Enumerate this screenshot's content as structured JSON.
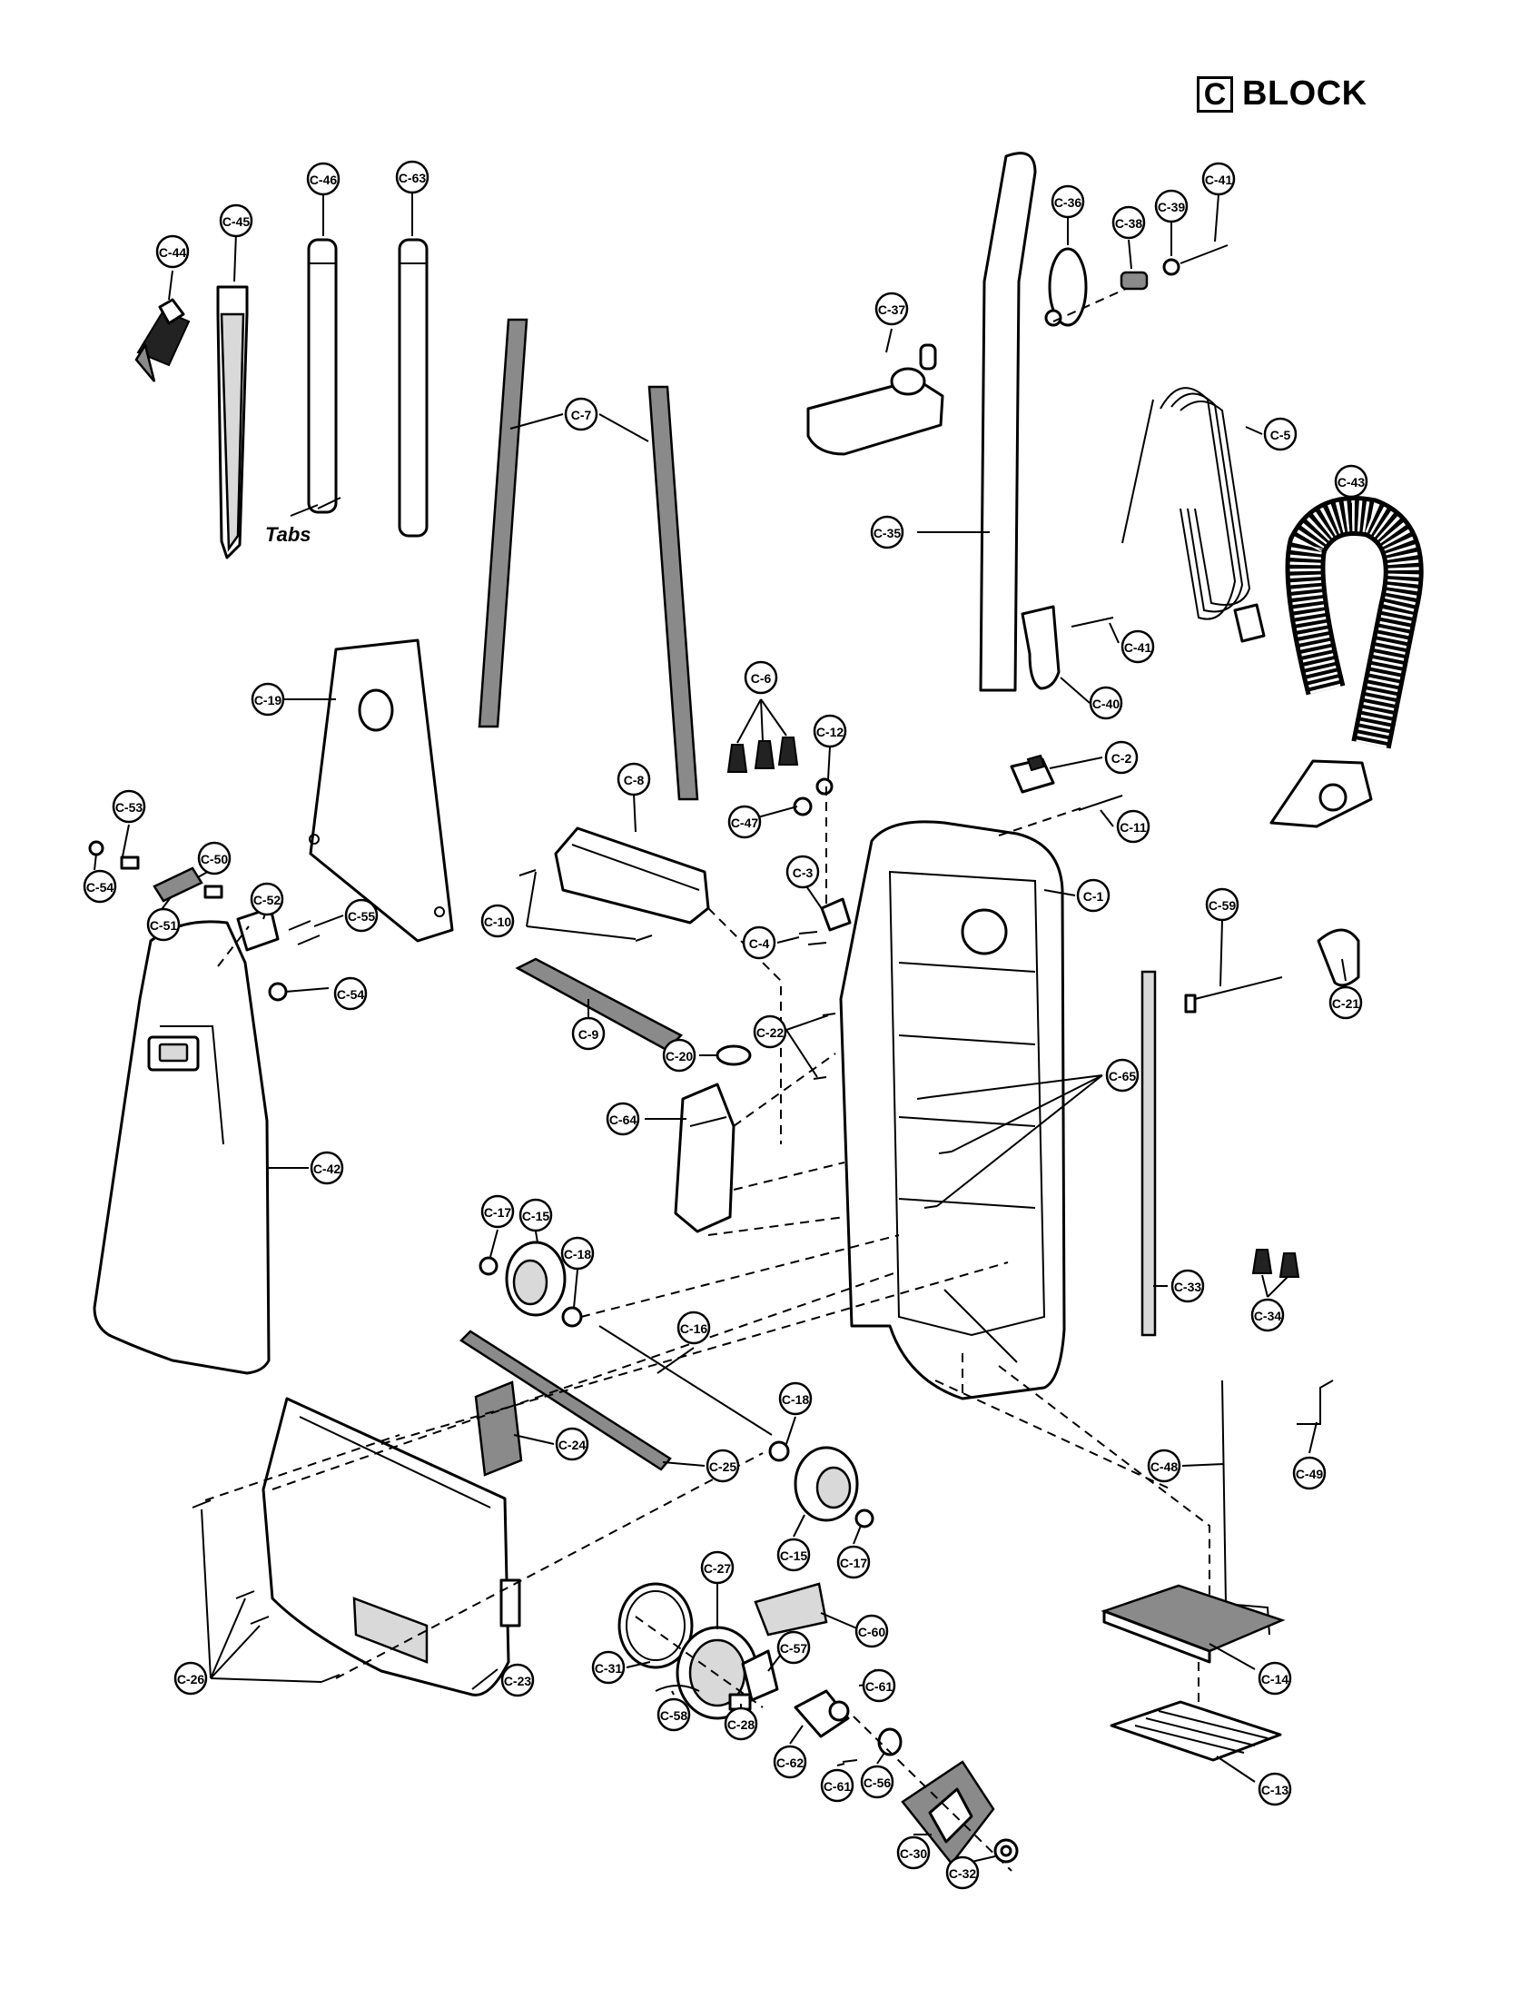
{
  "heading": {
    "letter": "C",
    "word": "BLOCK"
  },
  "tabs_label": "Tabs",
  "callouts": [
    "C-44",
    "C-45",
    "C-46",
    "C-63",
    "C-7",
    "C-36",
    "C-38",
    "C-39",
    "C-41",
    "C-37",
    "C-5",
    "C-43",
    "C-35",
    "C-41",
    "C-40",
    "C-19",
    "C-6",
    "C-12",
    "C-2",
    "C-11",
    "C-53",
    "C-50",
    "C-54",
    "C-51",
    "C-52",
    "C-55",
    "C-8",
    "C-47",
    "C-3",
    "C-1",
    "C-10",
    "C-4",
    "C-59",
    "C-21",
    "C-54",
    "C-9",
    "C-20",
    "C-22",
    "C-65",
    "C-42",
    "C-64",
    "C-17",
    "C-15",
    "C-18",
    "C-33",
    "C-34",
    "C-16",
    "C-18",
    "C-24",
    "C-25",
    "C-48",
    "C-49",
    "C-15",
    "C-17",
    "C-27",
    "C-60",
    "C-57",
    "C-31",
    "C-61",
    "C-14",
    "C-26",
    "C-23",
    "C-58",
    "C-28",
    "C-62",
    "C-61",
    "C-56",
    "C-13",
    "C-30",
    "C-32"
  ]
}
